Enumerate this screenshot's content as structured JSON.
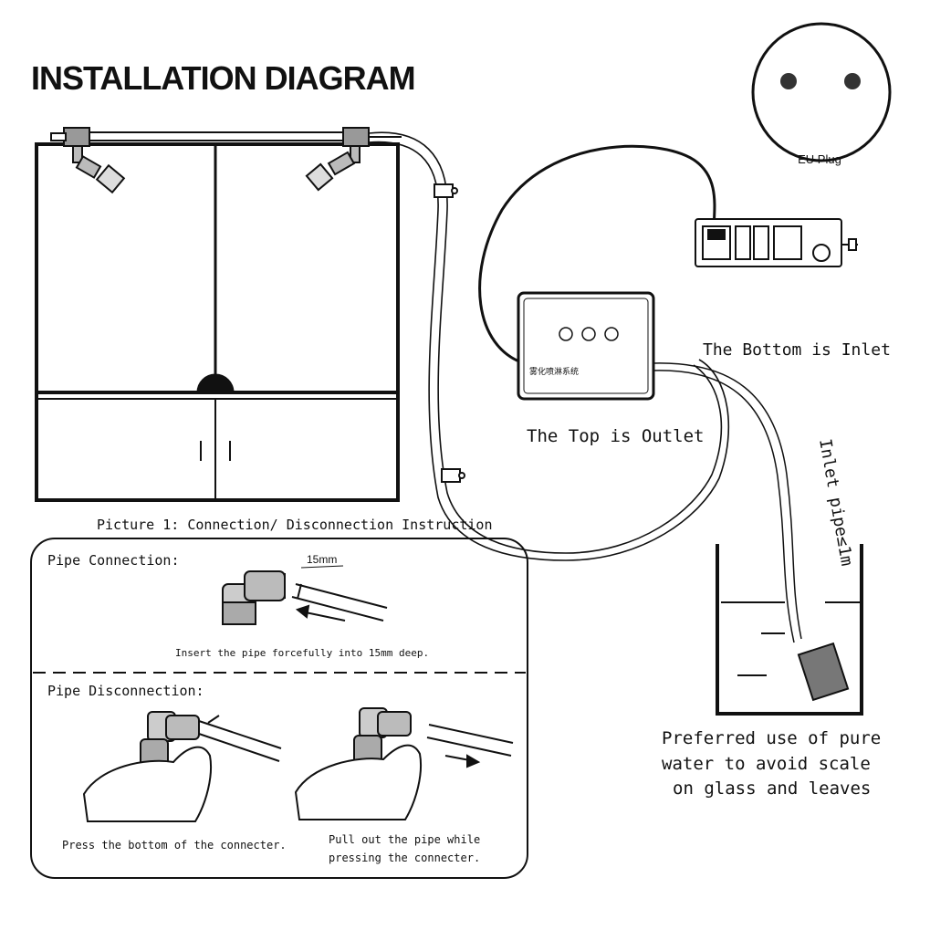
{
  "title": "INSTALLATION DIAGRAM",
  "eu_plug_label": "EU Plug",
  "outlet_label": "The Top is Outlet",
  "inlet_label": "The Bottom is Inlet",
  "inlet_pipe_label": "Inlet pipe≤1m",
  "pump_panel_text": "雾化喷淋系统",
  "picture_caption": "Picture 1: Connection/ Disconnection Instruction",
  "connection": {
    "heading": "Pipe Connection:",
    "depth_label": "15mm",
    "instruction": "Insert the pipe forcefully into 15mm deep."
  },
  "disconnection": {
    "heading": "Pipe Disconnection:",
    "step1": "Press the bottom of the connecter.",
    "step2_line1": "Pull out the pipe while",
    "step2_line2": "pressing the connecter."
  },
  "water_note": {
    "line1": "Preferred use of pure",
    "line2": "water to avoid scale",
    "line3": "on glass and leaves"
  }
}
